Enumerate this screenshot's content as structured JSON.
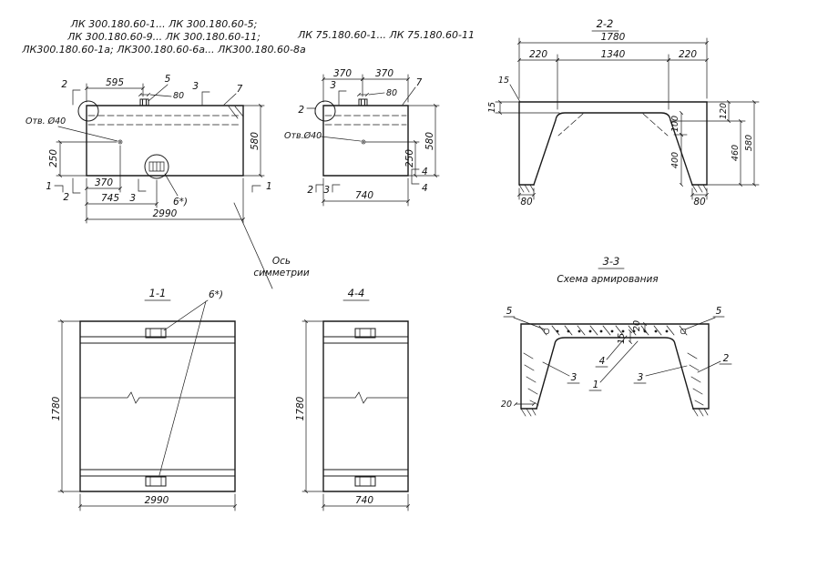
{
  "sheet": {
    "bg": "#ffffff",
    "ink": "#1a1a1a"
  },
  "titles": {
    "series_long_1": "ЛК 300.180.60-1... ЛК 300.180.60-5;",
    "series_long_2": "ЛК 300.180.60-9... ЛК 300.180.60-11;",
    "series_long_3": "ЛК300.180.60-1а; ЛК300.180.60-6а... ЛК300.180.60-8а",
    "series_short": "ЛК 75.180.60-1... ЛК 75.180.60-11"
  },
  "elevation_long": {
    "marker_2_top": "2",
    "dim_595": "595",
    "callout_5": "5",
    "dim_80": "80",
    "marker_3_top": "3",
    "callout_7": "7",
    "hole_label": "Отв. Ø40",
    "dim_580": "580",
    "dim_250": "250",
    "marker_1_left": "1",
    "marker_2_bottom": "2",
    "dim_370": "370",
    "marker_3_bottom": "3",
    "callout_6": "6*)",
    "dim_745": "745",
    "dim_2990": "2990",
    "marker_1_right": "1"
  },
  "elevation_short": {
    "dim_370_left": "370",
    "dim_370_right": "370",
    "dim_80": "80",
    "marker_3_top": "3",
    "callout_7": "7",
    "marker_2_left": "2",
    "hole_label": "Отв.Ø40",
    "dim_580": "580",
    "dim_250": "250",
    "marker_2_bottom": "2",
    "marker_3_bottom": "3",
    "marker_4_right": "4",
    "marker_4_bottom": "4",
    "dim_740": "740"
  },
  "section_2_2": {
    "title": "2-2",
    "dim_1780": "1780",
    "dim_220_left": "220",
    "dim_1340": "1340",
    "dim_220_right": "220",
    "dim_15_top": "15",
    "dim_15_side": "15",
    "dim_120": "120",
    "dim_100": "100",
    "dim_400": "400",
    "dim_460": "460",
    "dim_580": "580",
    "dim_80_left": "80",
    "dim_80_right": "80"
  },
  "axis": {
    "line1": "Ось",
    "line2": "симметрии"
  },
  "section_1_1": {
    "title": "1-1",
    "callout_6": "6*)",
    "dim_1780": "1780",
    "dim_2990": "2990"
  },
  "section_4_4": {
    "title": "4-4",
    "dim_1780": "1780",
    "dim_740": "740"
  },
  "section_3_3": {
    "title": "3-3",
    "subtitle": "Схема армирования",
    "callout_5_left": "5",
    "callout_5_right": "5",
    "dim_20_top": "20",
    "dim_15": "15",
    "callout_4": "4",
    "callout_1": "1",
    "callout_3_left": "3",
    "callout_3_right": "3",
    "callout_2": "2",
    "dim_20_bottom": "20"
  }
}
